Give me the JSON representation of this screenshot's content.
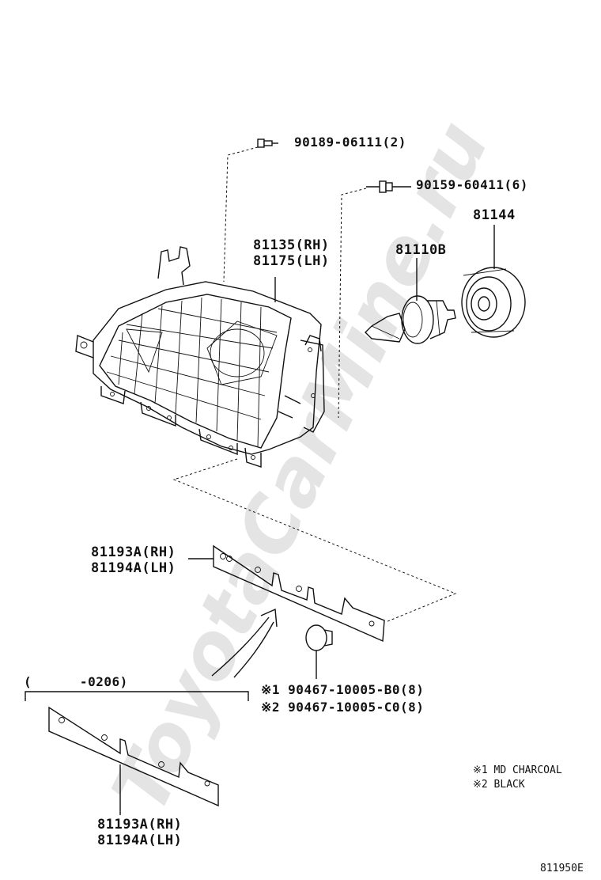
{
  "watermark": "ToyotaCarMine.ru",
  "callouts": {
    "screw_top": "90189-06111(2)",
    "bolt_mid": "90159-60411(6)",
    "socket_cover": "81144",
    "bulb": "81110B",
    "headlamp_rh": "81135(RH)",
    "headlamp_lh": "81175(LH)",
    "bracket_rh": "81193A(RH)",
    "bracket_lh": "81194A(LH)",
    "clip_1": "※1 90467-10005-B0(8)",
    "clip_2": "※2 90467-10005-C0(8)",
    "range_label": "(      -0206)",
    "bracket_old_rh": "81193A(RH)",
    "bracket_old_lh": "81194A(LH)"
  },
  "legend": {
    "item_1": "※1 MD CHARCOAL",
    "item_2": "※2 BLACK"
  },
  "diagram_id": "811950E"
}
